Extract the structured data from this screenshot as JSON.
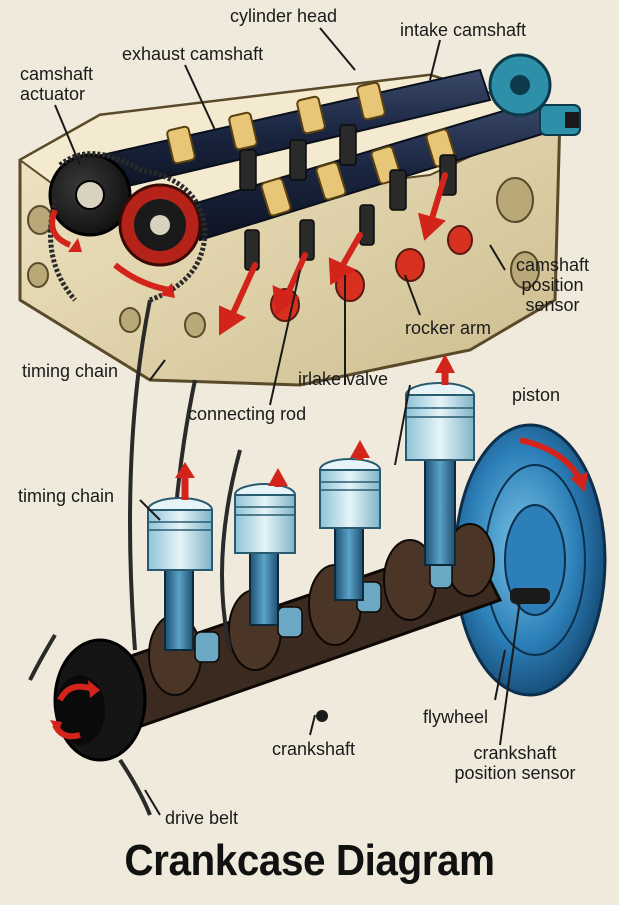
{
  "labels": {
    "cylinder_head": "cylinder head",
    "intake_camshaft": "intake camshaft",
    "exhaust_camshaft": "exhaust camshaft",
    "camshaft_actuator": "camshaft actuator",
    "camshaft_position_sensor": "camshaft position sensor",
    "rocker_arm": "rocker arm",
    "timing_chain_top": "timing chain",
    "intake_valve": "irlake valve",
    "piston": "piston",
    "connecting_rod": "connecting rod",
    "timing_chain_bottom": "timing chain",
    "flywheel": "flywheel",
    "crankshaft": "crankshaft",
    "crankshaft_position_sensor": "crankshaft position sensor",
    "drive_belt": "drive belt"
  },
  "title": "Crankcase Diagram",
  "colors": {
    "background": "#efeadb",
    "block": "#e6d9b4",
    "camshaft": "#1d2a44",
    "cam_lobe": "#e7c777",
    "arrow": "#d3241c",
    "piston": "#b9dde8",
    "rod": "#2e6c91",
    "crank": "#3a2a20",
    "flywheel": "#2c7fb8"
  },
  "icons": [
    "red-arrow-up-icon",
    "red-rotation-arrow-icon"
  ]
}
